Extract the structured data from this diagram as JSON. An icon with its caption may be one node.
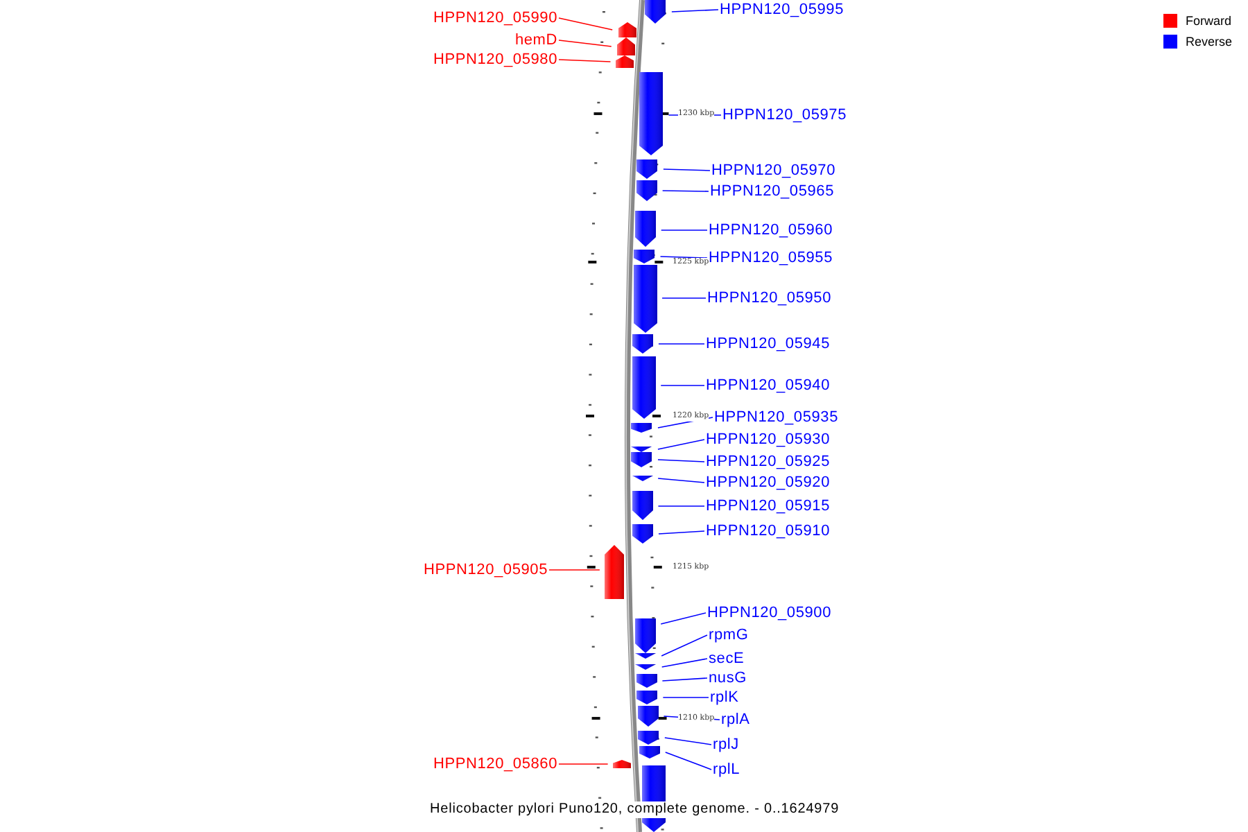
{
  "diagram": {
    "caption": "Helicobacter pylori Puno120, complete genome. - 0..1624979",
    "nodes": [
      {
        "text": [
          "HPPN120_05995"
        ]
      },
      {
        "text": [],
        "shape": "arrow"
      },
      {
        "text": [
          "HPPN120_05990"
        ]
      },
      {
        "text": [],
        "shape": "arrow"
      },
      {
        "text": [
          "hemD"
        ]
      },
      {
        "text": [],
        "shape": "arrow"
      },
      {
        "text": [
          "HPPN120_05980"
        ]
      },
      {
        "text": [],
        "shape": "arrow"
      },
      {
        "text": [
          "HPPN120_05975"
        ]
      },
      {
        "text": [],
        "shape": "arrow"
      },
      {
        "text": [
          "HPPN120_05970"
        ]
      },
      {
        "text": [],
        "shape": "arrow"
      },
      {
        "text": [
          "HPPN120_05965"
        ]
      },
      {
        "text": [],
        "shape": "arrow"
      },
      {
        "text": [
          "HPPN120_05960"
        ]
      },
      {
        "text": [],
        "shape": "arrow"
      },
      {
        "text": [
          "HPPN120_05955"
        ]
      },
      {
        "text": [],
        "shape": "arrow"
      },
      {
        "text": [
          "HPPN120_05950"
        ]
      },
      {
        "text": [],
        "shape": "arrow"
      },
      {
        "text": [
          "HPPN120_05945"
        ]
      },
      {
        "text": [],
        "shape": "arrow"
      },
      {
        "text": [
          "HPPN120_05940"
        ]
      },
      {
        "text": [],
        "shape": "arrow"
      },
      {
        "text": [
          "HPPN120_05935"
        ]
      },
      {
        "text": [],
        "shape": "arrow"
      },
      {
        "text": [
          "HPPN120_05930"
        ]
      },
      {
        "text": [],
        "shape": "arrow"
      },
      {
        "text": [
          "HPPN120_05925"
        ]
      },
      {
        "text": [],
        "shape": "arrow"
      },
      {
        "text": [
          "HPPN120_05920"
        ]
      },
      {
        "text": [],
        "shape": "arrow"
      },
      {
        "text": [
          "HPPN120_05915"
        ]
      },
      {
        "text": [],
        "shape": "arrow"
      },
      {
        "text": [
          "HPPN120_05910"
        ]
      },
      {
        "text": [],
        "shape": "arrow"
      },
      {
        "text": [
          "HPPN120_05905"
        ]
      },
      {
        "text": [],
        "shape": "arrow"
      },
      {
        "text": [
          "HPPN120_05900"
        ]
      },
      {
        "text": [],
        "shape": "arrow"
      },
      {
        "text": [
          "rpmG"
        ]
      },
      {
        "text": [],
        "shape": "arrow"
      },
      {
        "text": [
          "secE"
        ]
      },
      {
        "text": [],
        "shape": "arrow"
      },
      {
        "text": [
          "nusG"
        ]
      },
      {
        "text": [],
        "shape": "arrow"
      },
      {
        "text": [
          "rplK"
        ]
      },
      {
        "text": [],
        "shape": "arrow"
      },
      {
        "text": [
          "rplA"
        ]
      },
      {
        "text": [],
        "shape": "arrow"
      },
      {
        "text": [
          "rplJ"
        ]
      },
      {
        "text": [],
        "shape": "arrow"
      },
      {
        "text": [
          "rplL"
        ]
      },
      {
        "text": [],
        "shape": "arrow"
      },
      {
        "text": [
          "HPPN120_05860"
        ]
      },
      {
        "text": [],
        "shape": "arrow"
      },
      {
        "text": [],
        "shape": "arrow"
      }
    ],
    "edges": [
      {
        "from": 0,
        "to": 1,
        "arrow": "none"
      },
      {
        "from": 2,
        "to": 3,
        "arrow": "none",
        "color": "#ff0000"
      },
      {
        "from": 4,
        "to": 5,
        "arrow": "none",
        "color": "#ff0000"
      },
      {
        "from": 6,
        "to": 7,
        "arrow": "none",
        "color": "#ff0000"
      },
      {
        "from": 8,
        "to": 9,
        "arrow": "none"
      },
      {
        "from": 10,
        "to": 11,
        "arrow": "none"
      },
      {
        "from": 12,
        "to": 13,
        "arrow": "none"
      },
      {
        "from": 14,
        "to": 15,
        "arrow": "none"
      },
      {
        "from": 16,
        "to": 17,
        "arrow": "none"
      },
      {
        "from": 18,
        "to": 19,
        "arrow": "none"
      },
      {
        "from": 20,
        "to": 21,
        "arrow": "none"
      },
      {
        "from": 22,
        "to": 23,
        "arrow": "none"
      },
      {
        "from": 24,
        "to": 25,
        "arrow": "none"
      },
      {
        "from": 26,
        "to": 27,
        "arrow": "none"
      },
      {
        "from": 28,
        "to": 29,
        "arrow": "none"
      },
      {
        "from": 30,
        "to": 31,
        "arrow": "none"
      },
      {
        "from": 32,
        "to": 33,
        "arrow": "none"
      },
      {
        "from": 34,
        "to": 35,
        "arrow": "none"
      },
      {
        "from": 36,
        "to": 37,
        "arrow": "none",
        "color": "#ff0000"
      },
      {
        "from": 38,
        "to": 39,
        "arrow": "none"
      },
      {
        "from": 40,
        "to": 41,
        "arrow": "none"
      },
      {
        "from": 42,
        "to": 43,
        "arrow": "none"
      },
      {
        "from": 44,
        "to": 45,
        "arrow": "none"
      },
      {
        "from": 46,
        "to": 47,
        "arrow": "none"
      },
      {
        "from": 48,
        "to": 49,
        "arrow": "none"
      },
      {
        "from": 50,
        "to": 51,
        "arrow": "none"
      },
      {
        "from": 52,
        "to": 53,
        "arrow": "none"
      },
      {
        "from": 54,
        "to": 55,
        "arrow": "none",
        "color": "#ff0000"
      }
    ],
    "labels": [
      "1230 kbp",
      "1225 kbp",
      "1220 kbp",
      "1215 kbp",
      "1210 kbp"
    ],
    "legend": [
      {
        "text": "Forward",
        "color": "#ff0000"
      },
      {
        "text": "Reverse",
        "color": "#0000ff"
      }
    ]
  }
}
